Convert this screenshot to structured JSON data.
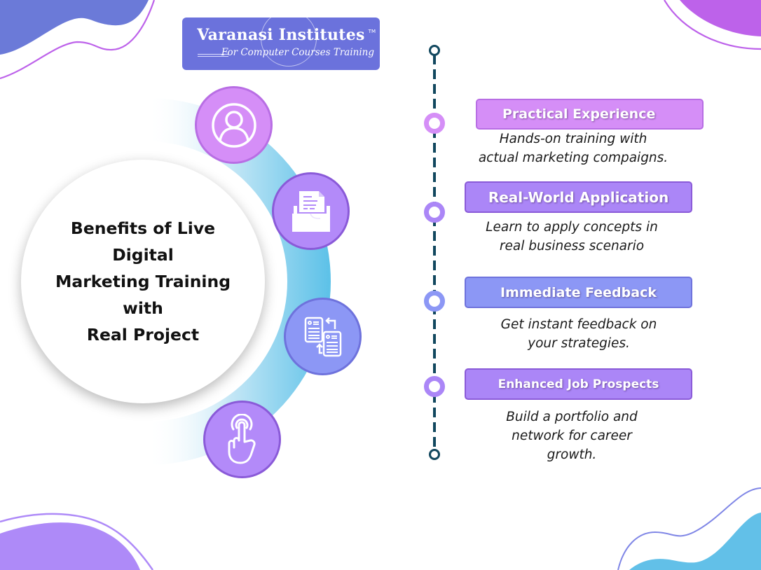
{
  "logo": {
    "title": "Varanasi Institutes",
    "trademark": "TM",
    "subtitle": "For Computer Courses Training"
  },
  "center": {
    "title": "Benefits of Live\nDigital\nMarketing Training\nwith\nReal Project"
  },
  "icons": [
    {
      "name": "user-profile-icon",
      "color": "#d58ef7"
    },
    {
      "name": "document-folder-icon",
      "color": "#b38af9"
    },
    {
      "name": "document-exchange-icon",
      "color": "#8c97f5"
    },
    {
      "name": "touch-hand-icon",
      "color": "#b38af9"
    }
  ],
  "benefits": [
    {
      "title": "Practical Experience",
      "description": "Hands-on training with\nactual marketing compaigns.",
      "color": "#d58ef7",
      "border": "#b86ee4"
    },
    {
      "title": "Real-World Application",
      "description": "Learn to apply concepts in\nreal business scenario",
      "color": "#ab86f7",
      "border": "#8a5ad8"
    },
    {
      "title": "Immediate Feedback",
      "description": "Get instant feedback on\nyour strategies.",
      "color": "#8c97f5",
      "border": "#6e72dc"
    },
    {
      "title": "Enhanced Job Prospects",
      "description": "Build a portfolio and\nnetwork for career\ngrowth.",
      "color": "#ab86f7",
      "border": "#8a5ad8"
    }
  ],
  "colors": {
    "timeline": "#11475e",
    "arc_gradient_end": "#5cc1e8",
    "corner_blue": "#6b7ad8",
    "corner_purple": "#bd62ea",
    "corner_lavender": "#ae8af8",
    "corner_sky": "#62c0e8"
  }
}
